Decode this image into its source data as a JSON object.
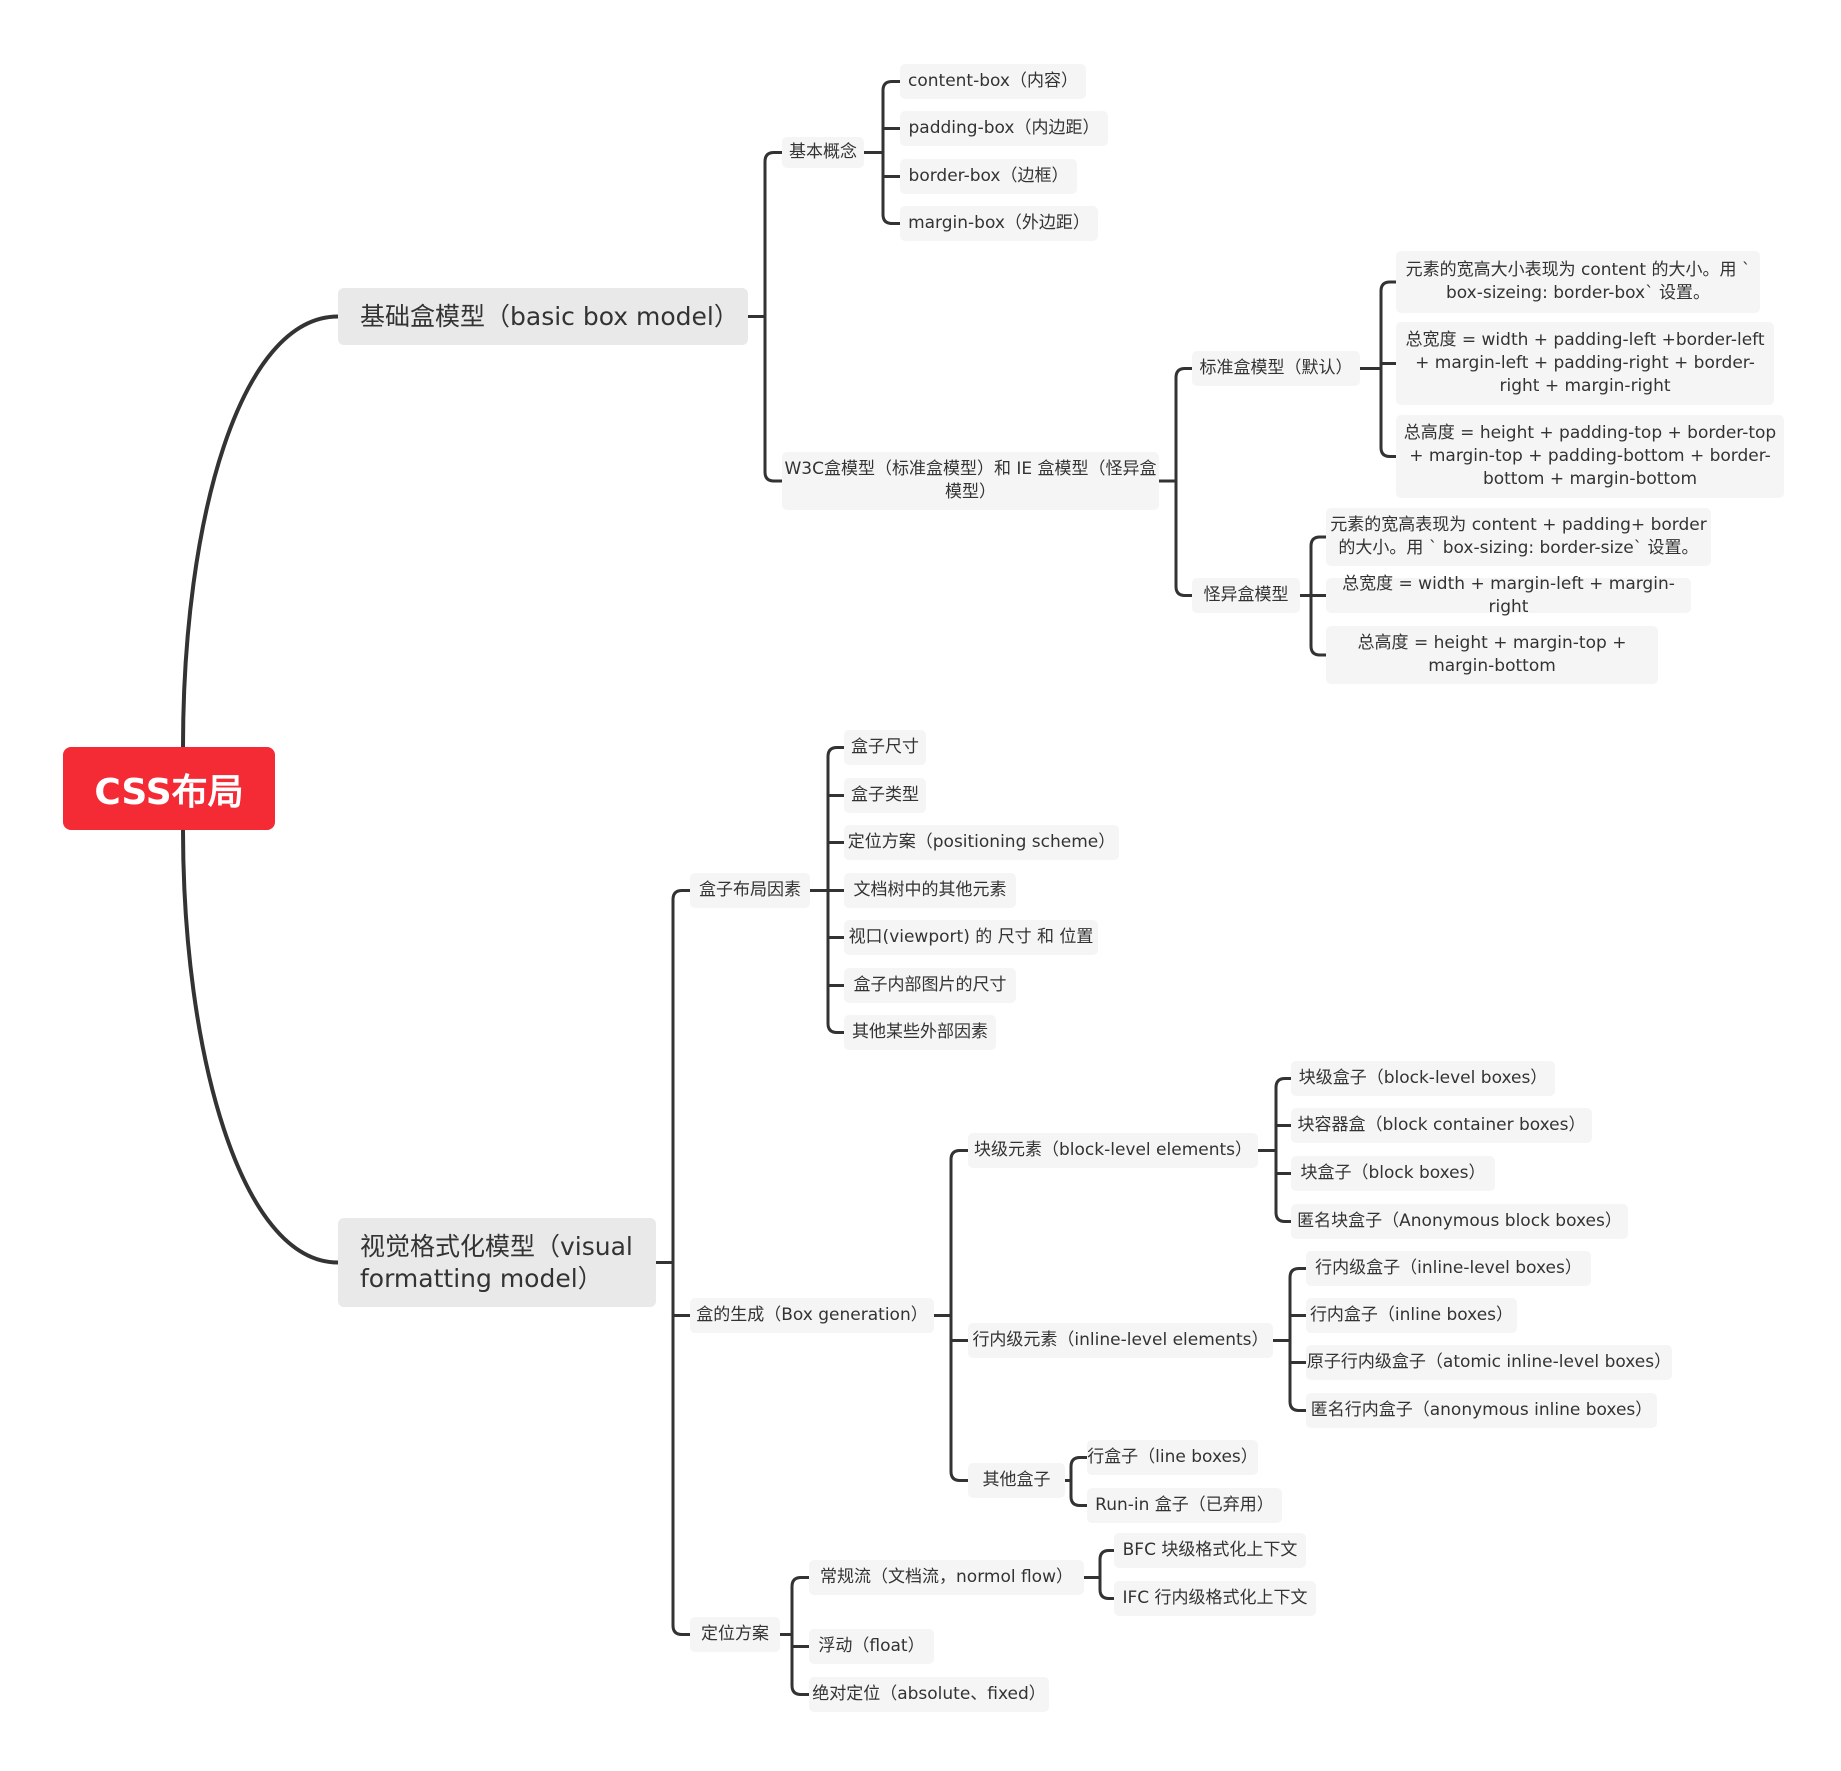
{
  "root": {
    "label": "CSS布局"
  },
  "basic": {
    "label": "基础盒模型（basic box model）",
    "concepts": {
      "label": "基本概念",
      "items": [
        "content-box（内容）",
        "padding-box（内边距）",
        "border-box（边框）",
        "margin-box（外边距）"
      ]
    },
    "w3c_ie": {
      "label": "W3C盒模型（标准盒模型）和 IE 盒模型（怪异盒模型）",
      "standard": {
        "label": "标准盒模型（默认）",
        "items": [
          "元素的宽高大小表现为 content 的大小。用 ` box-sizeing: border-box` 设置。",
          "总宽度 = width + padding-left +border-left + margin-left + padding-right + border-right + margin-right",
          "总高度 = height + padding-top + border-top + margin-top + padding-bottom + border-bottom + margin-bottom"
        ]
      },
      "quirks": {
        "label": "怪异盒模型",
        "items": [
          "元素的宽高表现为 content + padding+ border 的大小。用 ` box-sizing: border-size` 设置。",
          "总宽度 = width + margin-left + margin-right",
          "总高度 = height + margin-top + margin-bottom"
        ]
      }
    }
  },
  "visual": {
    "label": "视觉格式化模型（visual formatting model）",
    "factors": {
      "label": "盒子布局因素",
      "items": [
        "盒子尺寸",
        "盒子类型",
        "定位方案（positioning scheme）",
        "文档树中的其他元素",
        "视口(viewport) 的 尺寸 和 位置",
        "盒子内部图片的尺寸",
        "其他某些外部因素"
      ]
    },
    "generation": {
      "label": "盒的生成（Box generation）",
      "block": {
        "label": "块级元素（block-level elements）",
        "items": [
          "块级盒子（block-level boxes）",
          "块容器盒（block container boxes）",
          "块盒子（block boxes）",
          "匿名块盒子（Anonymous block boxes）"
        ]
      },
      "inline": {
        "label": "行内级元素（inline-level elements）",
        "items": [
          "行内级盒子（inline-level boxes）",
          "行内盒子（inline boxes）",
          "原子行内级盒子（atomic inline-level boxes）",
          "匿名行内盒子（anonymous inline boxes）"
        ]
      },
      "other": {
        "label": "其他盒子",
        "items": [
          "行盒子（line boxes）",
          "Run-in 盒子（已弃用）"
        ]
      }
    },
    "positioning": {
      "label": "定位方案",
      "normal": {
        "label": "常规流（文档流，normol flow）",
        "items": [
          "BFC 块级格式化上下文",
          "IFC 行内级格式化上下文"
        ]
      },
      "float": {
        "label": "浮动（float）"
      },
      "absolute": {
        "label": "绝对定位（absolute、fixed）"
      }
    }
  }
}
